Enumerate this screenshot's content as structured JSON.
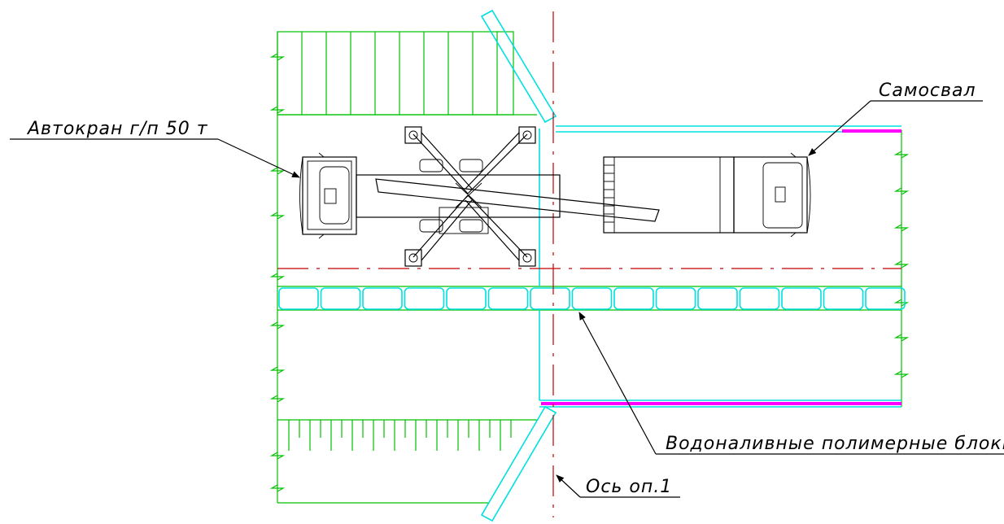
{
  "labels": {
    "crane": "Автокран г/п 50 т",
    "dump_truck": "Самосвал",
    "water_blocks": "Водоналивные полимерные блоки",
    "axis": "Ось оп.1"
  },
  "colors": {
    "green": "#00c000",
    "cyan": "#00e0e0",
    "red": "#c00000",
    "magenta": "#ff00ff",
    "black": "#000000"
  },
  "icons": [
    "arrow-icon"
  ]
}
